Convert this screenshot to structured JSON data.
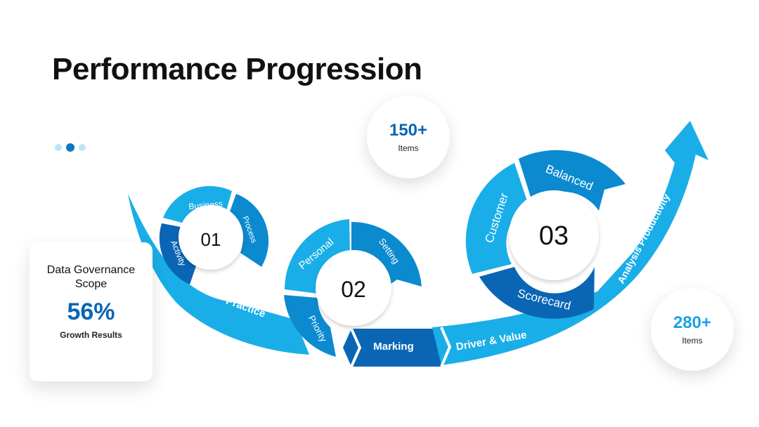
{
  "title": "Performance Progression",
  "stats": {
    "top": {
      "value": "150+",
      "label": "Items"
    },
    "right": {
      "value": "280+",
      "label": "Items"
    },
    "card": {
      "title": "Data Governance Scope",
      "value": "56%",
      "label": "Growth Results"
    }
  },
  "steps": [
    {
      "number": "01",
      "segments": [
        "Business",
        "Process",
        "Activity"
      ]
    },
    {
      "number": "02",
      "segments": [
        "Personal",
        "Setting",
        "Priority"
      ]
    },
    {
      "number": "03",
      "segments": [
        "Customer",
        "Balanced",
        "Scorecard"
      ]
    }
  ],
  "path_labels": [
    "Practice",
    "Marking",
    "Driver & Value",
    "Analysis Productivity"
  ],
  "colors": {
    "dark": "#0a66b4",
    "mid": "#0b8ad0",
    "light": "#1aaee8",
    "dot": "#bfe4f8"
  }
}
